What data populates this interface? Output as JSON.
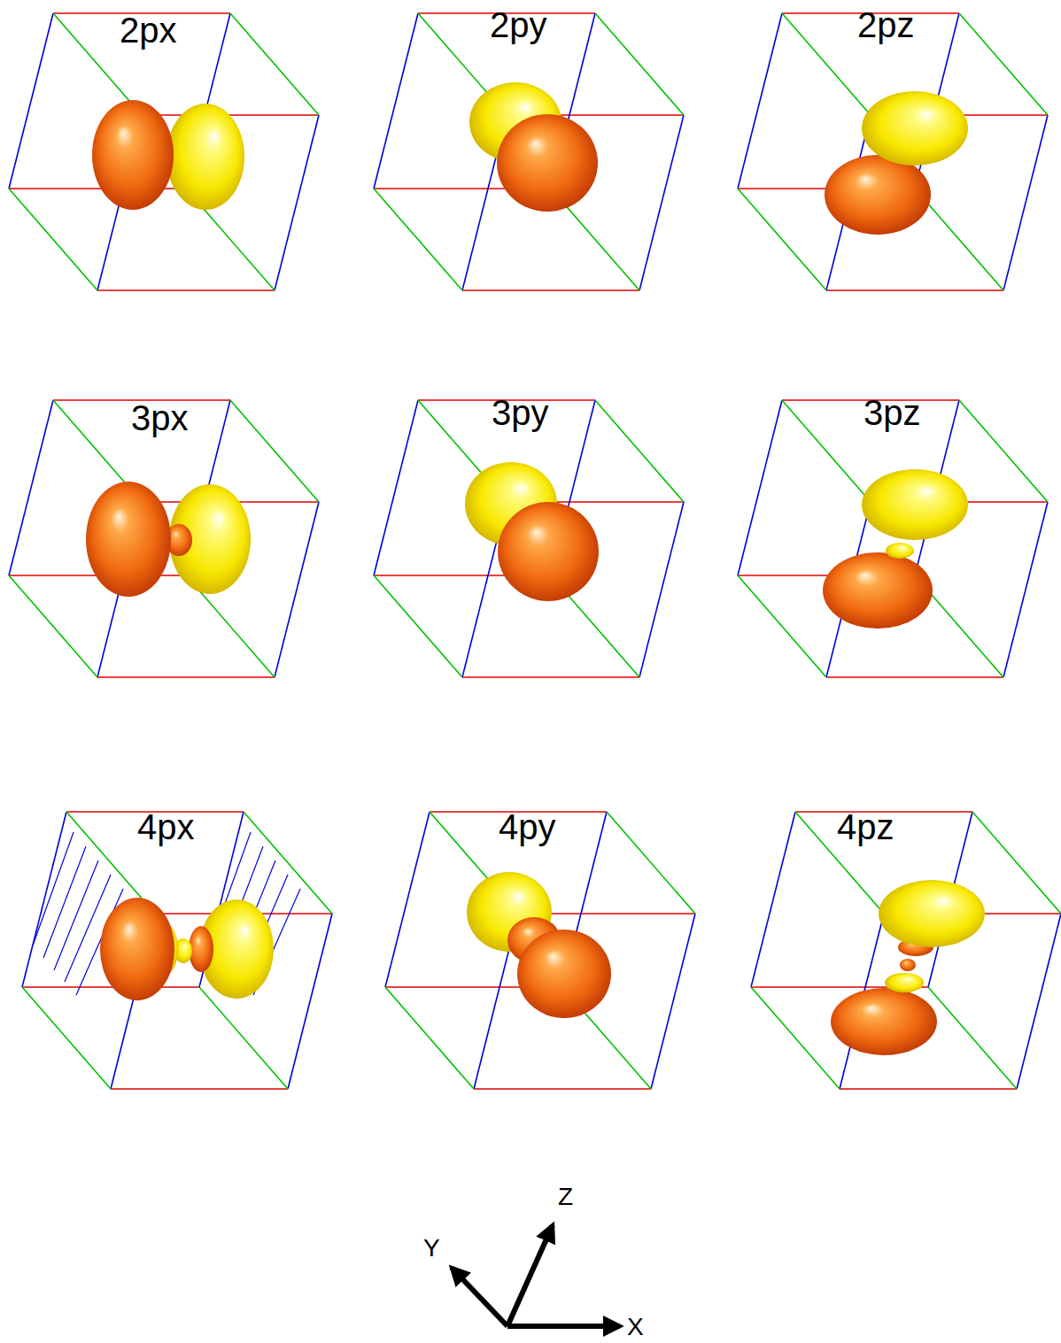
{
  "diagram": {
    "labels": [
      "2px",
      "2py",
      "2pz",
      "3px",
      "3py",
      "3pz",
      "4px",
      "4py",
      "4pz",
      "Y",
      "Z",
      "X"
    ]
  }
}
